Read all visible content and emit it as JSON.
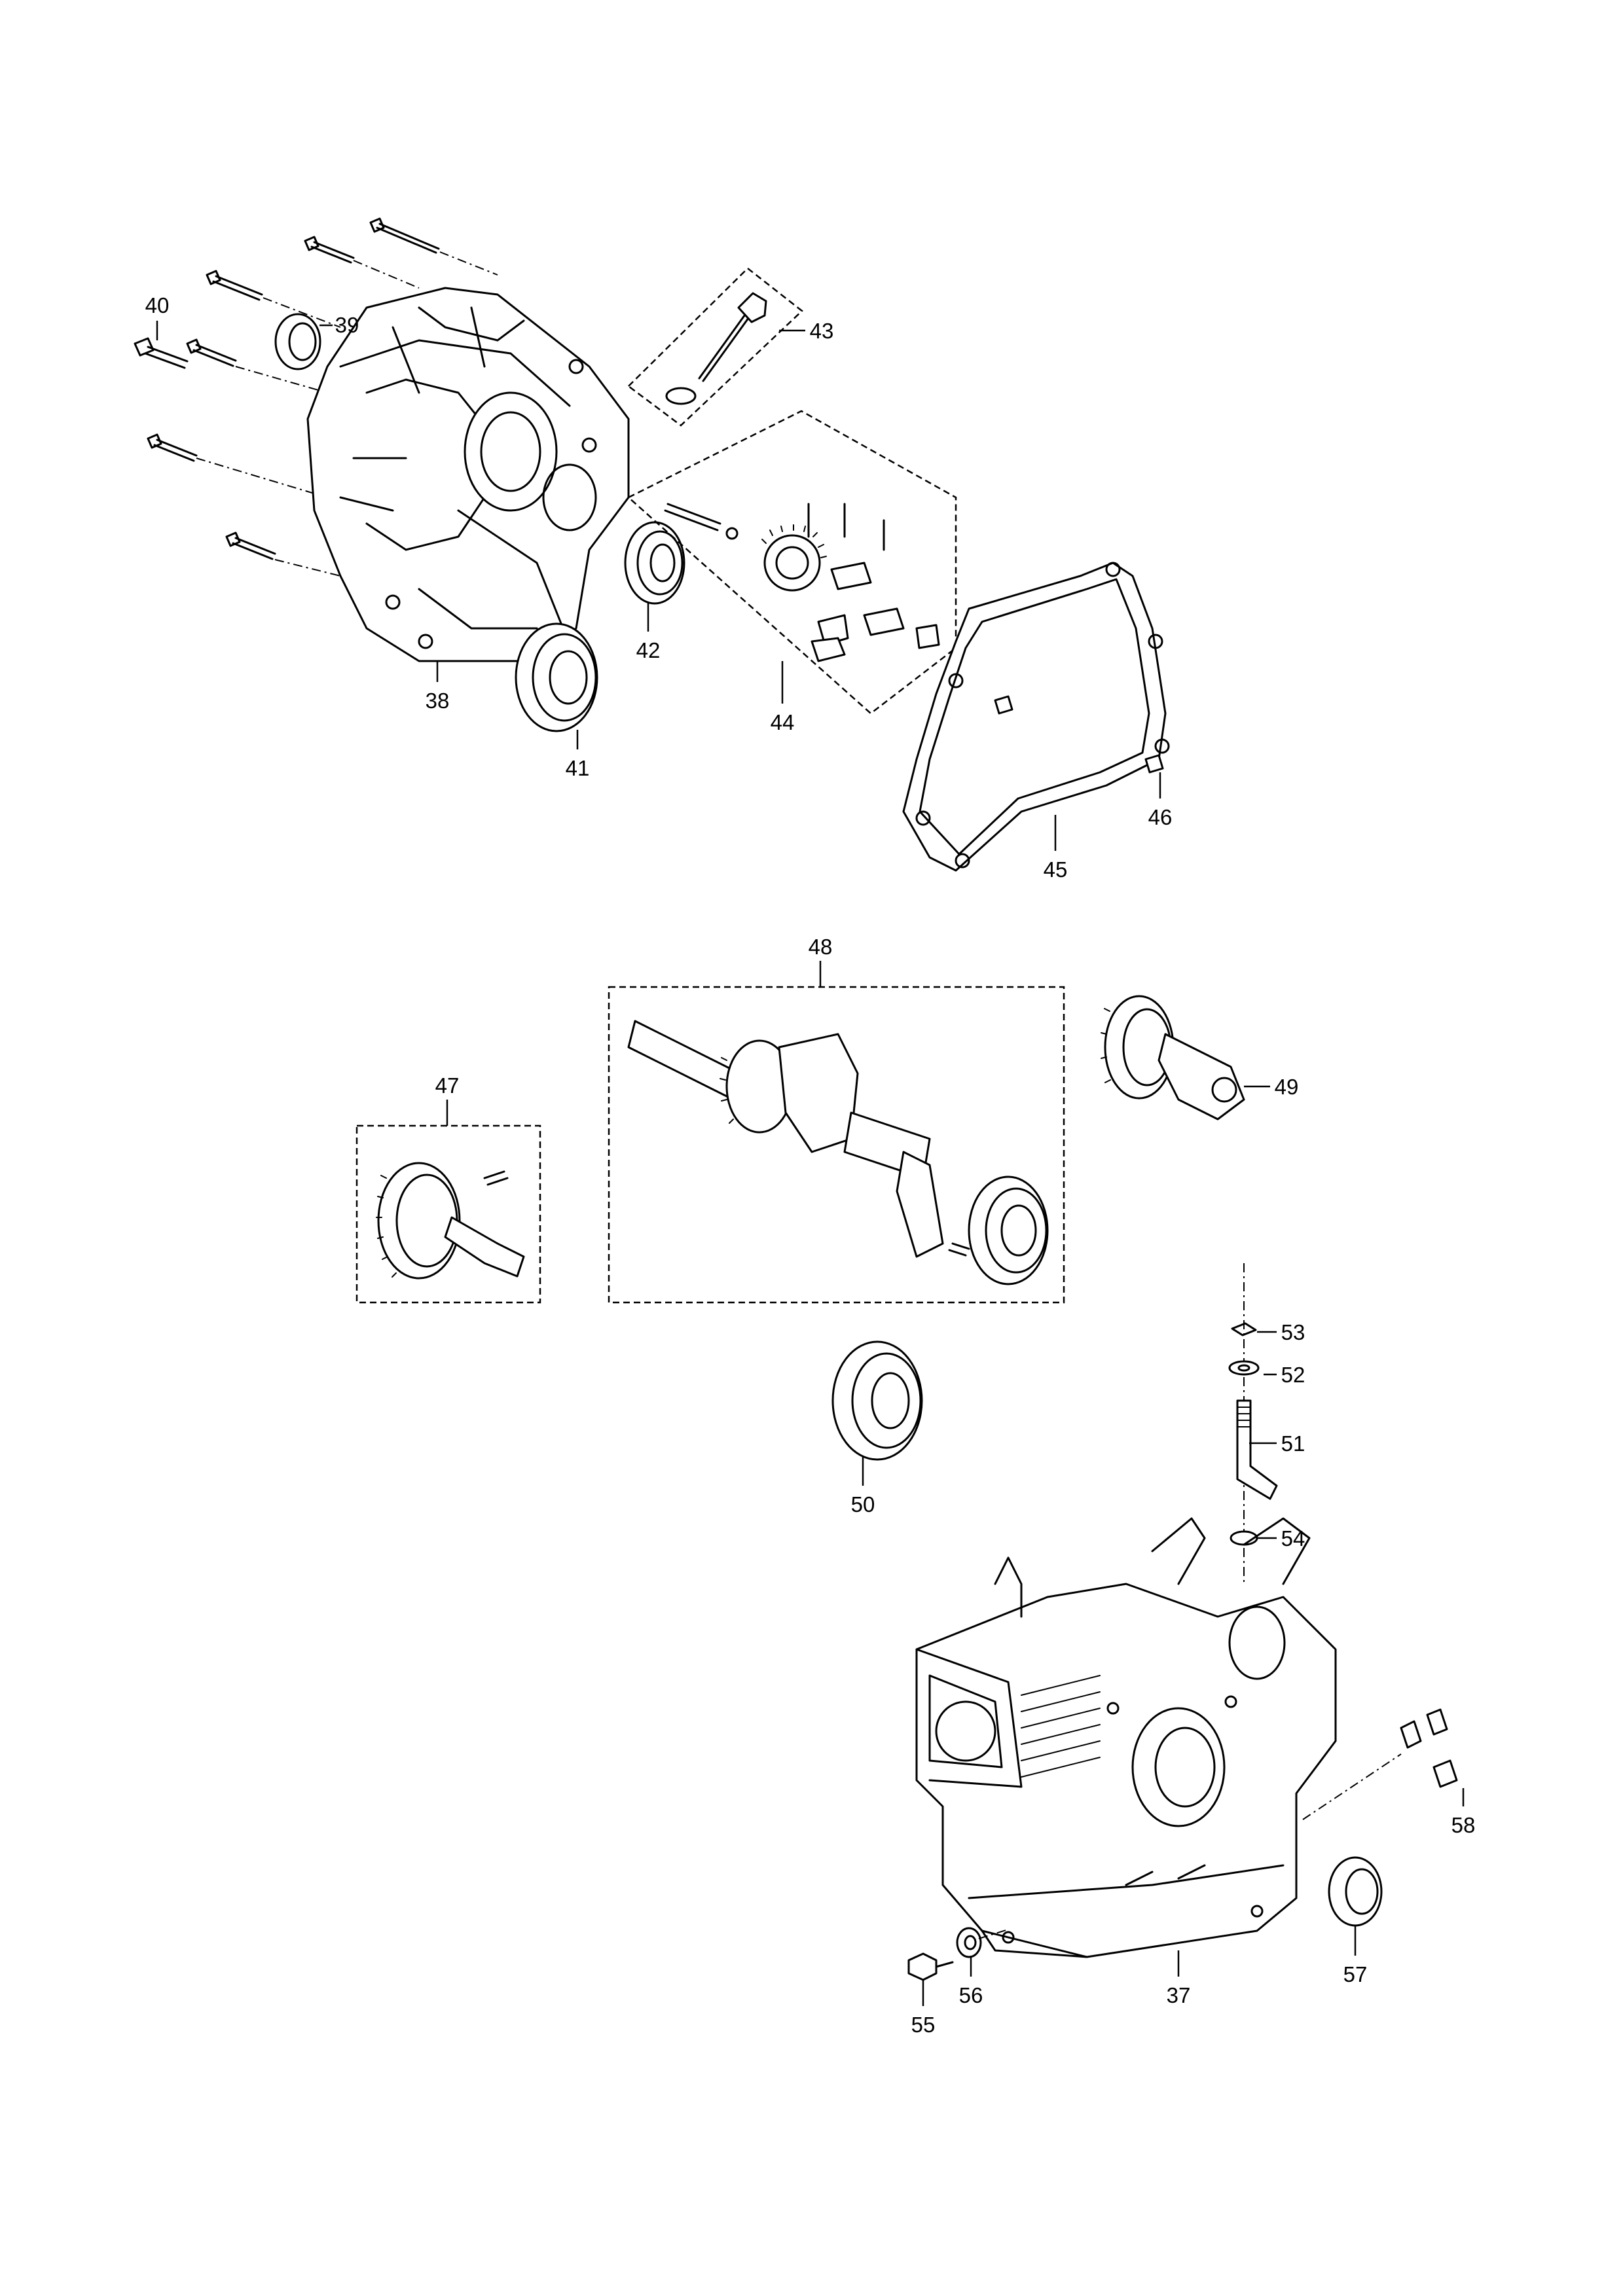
{
  "labels": {
    "p37": "37",
    "p38": "38",
    "p39": "39",
    "p40": "40",
    "p41": "41",
    "p42": "42",
    "p43": "43",
    "p44": "44",
    "p45": "45",
    "p46": "46",
    "p47": "47",
    "p48": "48",
    "p49": "49",
    "p50": "50",
    "p51": "51",
    "p52": "52",
    "p53": "53",
    "p54": "54",
    "p55": "55",
    "p56": "56",
    "p57": "57",
    "p58": "58"
  }
}
